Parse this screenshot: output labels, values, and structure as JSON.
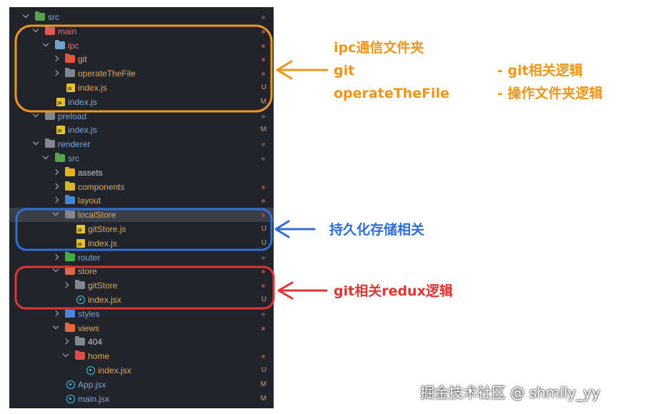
{
  "colors": {
    "folder_default": "#7f8790",
    "folder_src": "#56a44d",
    "folder_main": "#e05a5a",
    "folder_ipc": "#6ea3cf",
    "folder_git": "#e5553d",
    "folder_assets": "#e6b31e",
    "folder_components": "#d7b52b",
    "folder_layout": "#3f88d8",
    "folder_router": "#48a84c",
    "folder_store": "#d9694a",
    "folder_styles": "#4e86d8",
    "folder_views": "#e2683a",
    "folder_home": "#d9514b",
    "text_default": "#c6c9cf",
    "text_modified": "#d3a24e",
    "text_untracked": "#e0a85a",
    "text_red": "#e5736d",
    "text_blue": "#7fa6d6",
    "dot_gray": "#4f5359",
    "dot_red": "#8c4a48",
    "annotation_orange": "#f09519",
    "annotation_blue": "#2f6ed8",
    "annotation_red": "#e03434"
  },
  "tree": [
    {
      "label": "src",
      "depth": 0,
      "kind": "folder",
      "state": "open",
      "icon": "code-folder-icon",
      "color": "folder_src",
      "text": "text_blue",
      "dot": "dot_gray"
    },
    {
      "label": "main",
      "depth": 1,
      "kind": "folder",
      "state": "open",
      "icon": "home-folder-icon",
      "color": "folder_main",
      "text": "text_red",
      "dot": "dot_red"
    },
    {
      "label": "ipc",
      "depth": 2,
      "kind": "folder",
      "state": "open",
      "icon": "folder-icon",
      "color": "folder_ipc",
      "text": "text_red",
      "dot": "dot_red"
    },
    {
      "label": "git",
      "depth": 3,
      "kind": "folder",
      "state": "closed",
      "icon": "git-folder-icon",
      "color": "folder_git",
      "text": "text_untracked",
      "dot": "dot_red"
    },
    {
      "label": "operateTheFile",
      "depth": 3,
      "kind": "folder",
      "state": "closed",
      "icon": "folder-icon",
      "color": "folder_default",
      "text": "text_untracked",
      "dot": "dot_red"
    },
    {
      "label": "index.js",
      "depth": 3,
      "kind": "js",
      "text": "text_untracked",
      "badge": "U"
    },
    {
      "label": "index.js",
      "depth": 2,
      "kind": "js",
      "text": "text_blue",
      "badge": "M"
    },
    {
      "label": "preload",
      "depth": 1,
      "kind": "folder",
      "state": "open",
      "icon": "folder-icon",
      "color": "folder_default",
      "text": "text_blue",
      "dot": "dot_gray"
    },
    {
      "label": "index.js",
      "depth": 2,
      "kind": "js",
      "text": "text_blue",
      "badge": "M"
    },
    {
      "label": "renderer",
      "depth": 1,
      "kind": "folder",
      "state": "open",
      "icon": "folder-icon",
      "color": "folder_default",
      "text": "text_blue",
      "dot": "dot_gray"
    },
    {
      "label": "src",
      "depth": 2,
      "kind": "folder",
      "state": "open",
      "icon": "code-folder-icon",
      "color": "folder_src",
      "text": "text_blue",
      "dot": "dot_gray"
    },
    {
      "label": "assets",
      "depth": 3,
      "kind": "folder",
      "state": "closed",
      "icon": "assets-folder-icon",
      "color": "folder_assets",
      "text": "text_default"
    },
    {
      "label": "components",
      "depth": 3,
      "kind": "folder",
      "state": "closed",
      "icon": "components-folder-icon",
      "color": "folder_components",
      "text": "text_untracked",
      "dot": "dot_red"
    },
    {
      "label": "layout",
      "depth": 3,
      "kind": "folder",
      "state": "closed",
      "icon": "layout-folder-icon",
      "color": "folder_layout",
      "text": "text_untracked",
      "dot": "dot_red"
    },
    {
      "label": "localStore",
      "depth": 3,
      "kind": "folder",
      "state": "open",
      "icon": "folder-icon",
      "color": "folder_default",
      "text": "text_untracked",
      "dot": "dot_red",
      "selected": true
    },
    {
      "label": "gitStore.js",
      "depth": 4,
      "kind": "js",
      "text": "text_untracked",
      "badge": "U"
    },
    {
      "label": "index.js",
      "depth": 4,
      "kind": "js",
      "text": "text_untracked",
      "badge": "U"
    },
    {
      "label": "router",
      "depth": 3,
      "kind": "folder",
      "state": "closed",
      "icon": "router-folder-icon",
      "color": "folder_router",
      "text": "text_blue",
      "dot": "dot_gray"
    },
    {
      "label": "store",
      "depth": 3,
      "kind": "folder",
      "state": "open",
      "icon": "store-folder-icon",
      "color": "folder_store",
      "text": "text_untracked",
      "dot": "dot_red"
    },
    {
      "label": "gitStore",
      "depth": 4,
      "kind": "folder",
      "state": "closed",
      "icon": "folder-icon",
      "color": "folder_default",
      "text": "text_untracked",
      "dot": "dot_red"
    },
    {
      "label": "index.jsx",
      "depth": 4,
      "kind": "react",
      "text": "text_untracked",
      "badge": "U"
    },
    {
      "label": "styles",
      "depth": 3,
      "kind": "folder",
      "state": "closed",
      "icon": "styles-folder-icon",
      "color": "folder_styles",
      "text": "text_blue",
      "dot": "dot_gray"
    },
    {
      "label": "views",
      "depth": 3,
      "kind": "folder",
      "state": "open",
      "icon": "views-folder-icon",
      "color": "folder_views",
      "text": "text_untracked",
      "dot": "dot_red"
    },
    {
      "label": "404",
      "depth": 4,
      "kind": "folder",
      "state": "closed",
      "icon": "folder-icon",
      "color": "folder_default",
      "text": "text_default"
    },
    {
      "label": "home",
      "depth": 4,
      "kind": "folder",
      "state": "open",
      "icon": "home-folder-icon",
      "color": "folder_home",
      "text": "text_untracked",
      "dot": "dot_red"
    },
    {
      "label": "index.jsx",
      "depth": 5,
      "kind": "react",
      "text": "text_untracked",
      "badge": "U"
    },
    {
      "label": "App.jsx",
      "depth": 3,
      "kind": "react",
      "text": "text_blue",
      "badge": "M"
    },
    {
      "label": "main.jsx",
      "depth": 3,
      "kind": "react",
      "text": "text_blue",
      "badge": "M"
    }
  ],
  "annotations": {
    "ipc_title": "ipc通信文件夹",
    "git_name": "git",
    "git_desc": "- git相关逻辑",
    "operate_name": "operateTheFile",
    "operate_desc": "- 操作文件夹逻辑",
    "localstore_desc": "持久化存储相关",
    "store_desc": "git相关redux逻辑"
  },
  "watermark": "掘金技术社区 @ shmily_yy"
}
